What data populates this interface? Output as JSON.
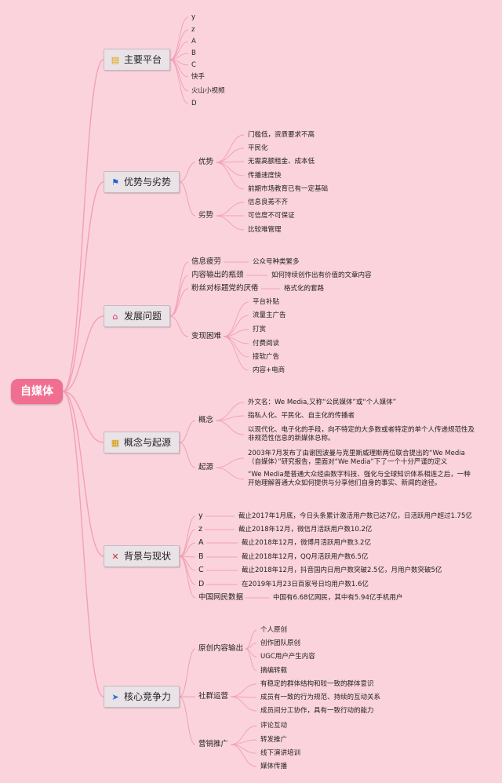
{
  "root": "自媒体",
  "colors": {
    "background": "#fbd3dc",
    "root": "#f06f90",
    "line": "#f2a0b4"
  },
  "categories": [
    {
      "label": "主要平台",
      "icon": "coin-stack-icon",
      "glyph": "▤",
      "glyph_color": "#e0a100",
      "children": [
        {
          "label": "y"
        },
        {
          "label": "z"
        },
        {
          "label": "A"
        },
        {
          "label": "B"
        },
        {
          "label": "C"
        },
        {
          "label": "快手"
        },
        {
          "label": "火山小视频"
        },
        {
          "label": "D"
        }
      ]
    },
    {
      "label": "优势与劣势",
      "icon": "flag-icon",
      "glyph": "⚑",
      "glyph_color": "#1e5fd0",
      "children": [
        {
          "label": "优势",
          "children": [
            "门槛低，资质要求不高",
            "平民化",
            "无需高额租金、成本低",
            "传播速度快",
            "前期市场教育已有一定基础"
          ]
        },
        {
          "label": "劣势",
          "children": [
            "信息良莠不齐",
            "可信度不可保证",
            "比较难管理"
          ]
        }
      ]
    },
    {
      "label": "发展问题",
      "icon": "house-icon",
      "glyph": "⌂",
      "glyph_color": "#d8336a",
      "children": [
        {
          "label": "信息疲劳",
          "children": [
            "公众号种类繁多"
          ]
        },
        {
          "label": "内容输出的瓶颈",
          "children": [
            "如何持续创作出有价值的文章内容"
          ]
        },
        {
          "label": "粉丝对标题党的厌倦",
          "children": [
            "格式化的套路"
          ]
        },
        {
          "label": "变现困难",
          "children": [
            "平台补贴",
            "流量主广告",
            "打赏",
            "付费阅读",
            "接软广告",
            "内容+电商"
          ]
        }
      ]
    },
    {
      "label": "概念与起源",
      "icon": "square-grid-icon",
      "glyph": "▦",
      "glyph_color": "#d39a00",
      "children": [
        {
          "label": "概念",
          "children": [
            "外文名：We Media,又称“公民媒体”或“个人媒体”",
            "指私人化、平民化、自主化的传播者",
            "以现代化、电子化的手段，向不特定的大多数或者特定的单个人传递规范性及非规范性信息的新媒体总称。"
          ]
        },
        {
          "label": "起源",
          "children": [
            "2003年7月发布了由谢因波曼与克里斯威理斯两位联合提出的“We Media（自媒体）”研究报告，里面对“We Media”下了一个十分严谨的定义",
            "“We Media是普通大众经由数字科技、强化与全球知识体系相连之后，一种开始理解普通大众如何提供与分享他们自身的事实、新闻的途径。"
          ]
        }
      ]
    },
    {
      "label": "背景与现状",
      "icon": "tools-icon",
      "glyph": "✕",
      "glyph_color": "#c9302c",
      "children": [
        {
          "label": "y",
          "children": [
            "截止2017年1月底，今日头条累计激活用户数已达7亿，日活跃用户超过1.75亿"
          ]
        },
        {
          "label": "z",
          "children": [
            "截止2018年12月，微信月活跃用户数10.2亿"
          ]
        },
        {
          "label": "A",
          "children": [
            "截止2018年12月，微博月活跃用户数3.2亿"
          ]
        },
        {
          "label": "B",
          "children": [
            "截止2018年12月，QQ月活跃用户数6.5亿"
          ]
        },
        {
          "label": "C",
          "children": [
            "截止2018年12月，抖音国内日用户数突破2.5亿，月用户数突破5亿"
          ]
        },
        {
          "label": "D",
          "children": [
            "在2019年1月23日百家号日均用户数1.6亿"
          ]
        },
        {
          "label": "中国网民数据",
          "children": [
            "中国有6.68亿网民，其中有5.94亿手机用户"
          ]
        }
      ]
    },
    {
      "label": "核心竞争力",
      "icon": "send-icon",
      "glyph": "➤",
      "glyph_color": "#2f6fd6",
      "children": [
        {
          "label": "原创内容输出",
          "children": [
            "个人原创",
            "创作团队原创",
            "UGC用户产生内容",
            "摘编转载"
          ]
        },
        {
          "label": "社群运营",
          "children": [
            "有稳定的群体结构和较一致的群体意识",
            "成员有一致的行为规范、持续的互动关系",
            "成员间分工协作，具有一致行动的能力"
          ]
        },
        {
          "label": "营销推广",
          "children": [
            "评论互动",
            "转发推广",
            "线下演讲培训",
            "媒体传播"
          ]
        }
      ]
    }
  ]
}
